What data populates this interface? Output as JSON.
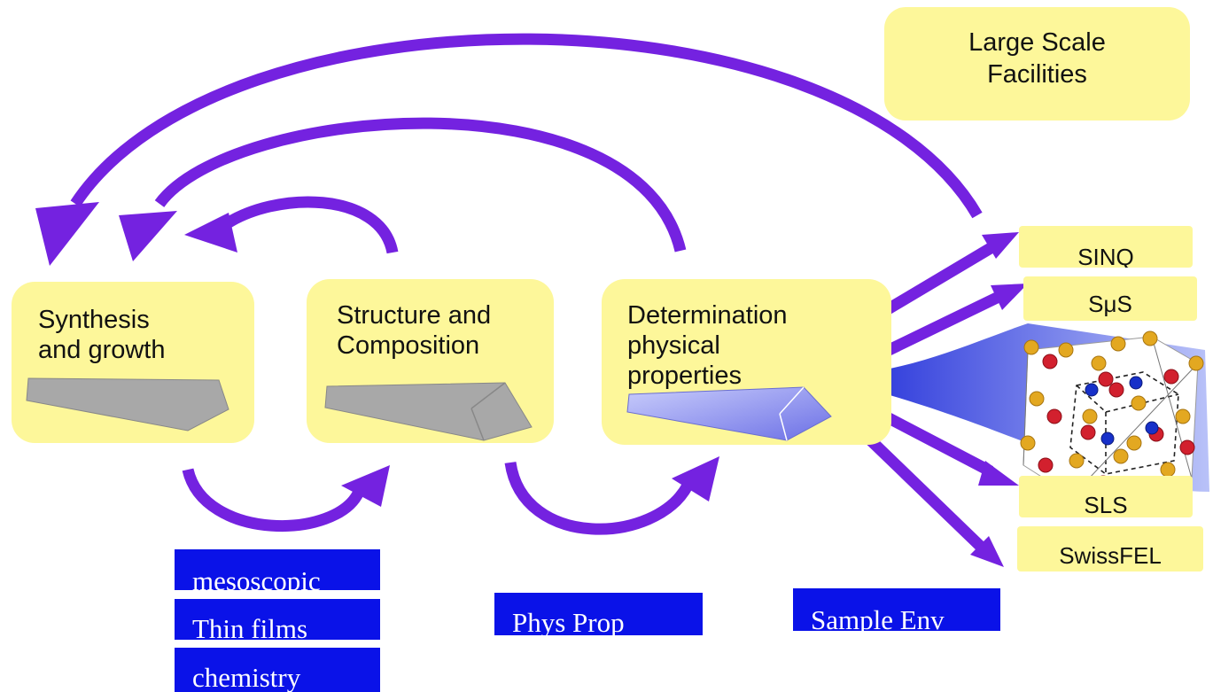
{
  "boxes": {
    "synthesis": "Synthesis\nand growth",
    "structure": "Structure and\nComposition",
    "determination": "Determination\nphysical\nproperties"
  },
  "large_scale": "Large Scale\nFacilities",
  "facilities": {
    "sinq": "SINQ",
    "smus": "SμS",
    "sls": "SLS",
    "swissfel": "SwissFEL"
  },
  "tags": {
    "mesoscopic": "mesoscopic",
    "thin_films": "Thin films",
    "chemistry": "chemistry",
    "phys_prop": "Phys Prop",
    "sample_env": "Sample Env"
  },
  "colors": {
    "box": "#fdf79a",
    "arrow": "#7422e0",
    "tag": "#0a12e8",
    "crystal_gray": "#a8a8a8",
    "crystal_blue": "#7b7fe8"
  }
}
